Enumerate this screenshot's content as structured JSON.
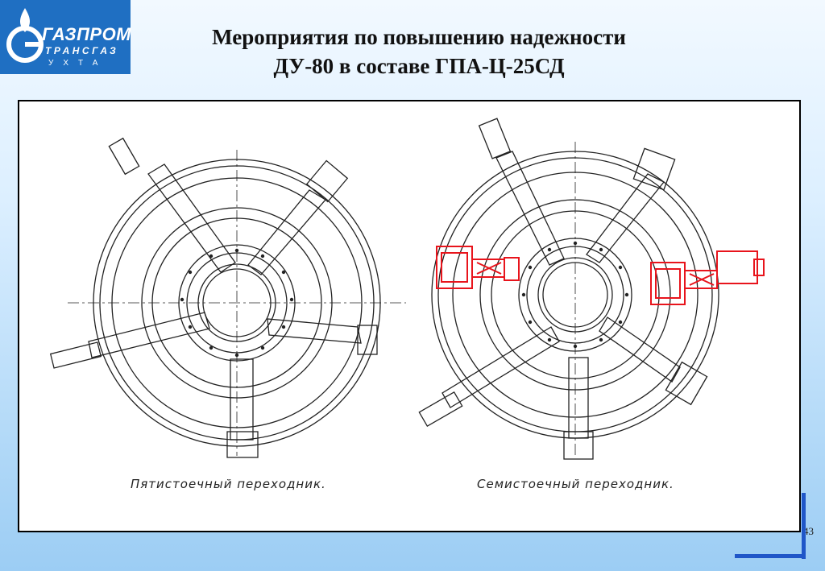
{
  "logo": {
    "brand": "ГАЗПРОМ",
    "subsidiary": "ТРАНСГАЗ",
    "city": "УХТА"
  },
  "title": {
    "line1": "Мероприятия по повышению надежности",
    "line2": "ДУ-80 в составе ГПА-Ц-25СД"
  },
  "drawings": [
    {
      "caption": "Пятистоечный переходник."
    },
    {
      "caption": "Семистоечный переходник."
    }
  ],
  "colors": {
    "highlight": "#e8141c",
    "accent": "#1f56c8",
    "logo_bg": "#1f6fc2"
  },
  "page_number": "43"
}
